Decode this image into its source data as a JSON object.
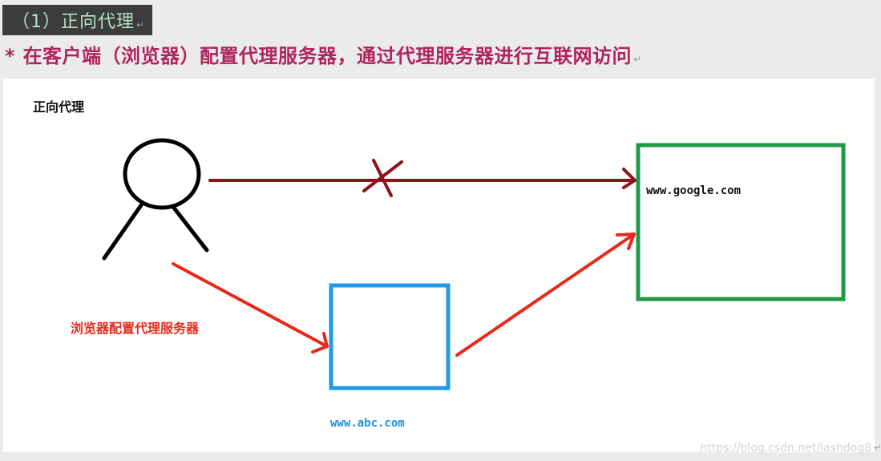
{
  "heading": {
    "text": "（1）正向代理",
    "mark": "↵"
  },
  "description": {
    "bullet": "*",
    "text": "在客户端（浏览器）配置代理服务器，通过代理服务器进行互联网访问",
    "mark": "↵"
  },
  "diagram": {
    "title": "正向代理",
    "browser_label": "浏览器配置代理服务器",
    "target_label": "www.google.com",
    "proxy_label": "www.abc.com"
  },
  "colors": {
    "direct_arrow": "#8e1418",
    "proxy_arrow": "#e8291c",
    "proxy_box": "#1e9be8",
    "target_box": "#1f9a43",
    "user_figure": "#000000"
  },
  "watermark": "https://blog.csdn.net/lashdog8",
  "right_mark": "↵"
}
